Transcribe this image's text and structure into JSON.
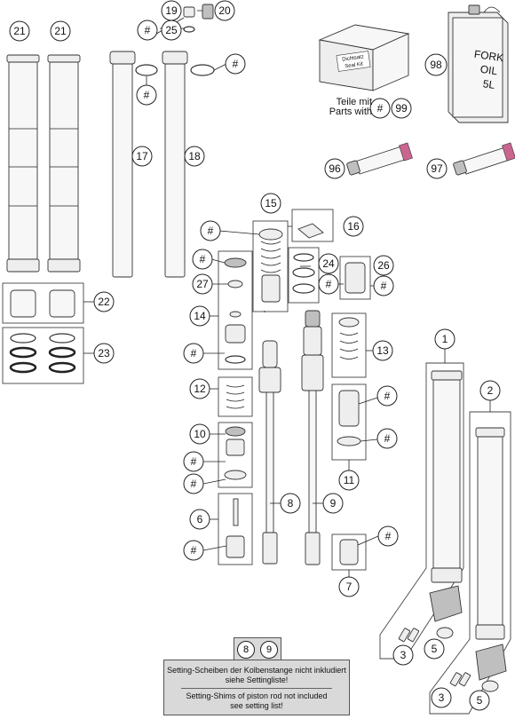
{
  "labels": {
    "l21a": "21",
    "l21b": "21",
    "l19": "19",
    "l20": "20",
    "l25": "25",
    "l17": "17",
    "l18": "18",
    "l98": "98",
    "l99": "99",
    "l96": "96",
    "l97": "97",
    "l15": "15",
    "l16": "16",
    "l24": "24",
    "l26": "26",
    "l27": "27",
    "l14": "14",
    "l22": "22",
    "l23": "23",
    "l13": "13",
    "l12": "12",
    "l10": "10",
    "l11": "11",
    "l8": "8",
    "l9": "9",
    "l6": "6",
    "l7": "7",
    "l1": "1",
    "l2": "2",
    "l3a": "3",
    "l5a": "5",
    "l3b": "3",
    "l5b": "5"
  },
  "hash_symbol": "#",
  "seal_kit": {
    "box_label_line1": "Dichtsatz",
    "box_label_line2": "Seal Kit",
    "parts_with_de": "Teile mit",
    "parts_with_en": "Parts with"
  },
  "oil_can": {
    "line1": "FORK",
    "line2": "OIL",
    "line3": "5L"
  },
  "note": {
    "tab_left": "8",
    "tab_right": "9",
    "de_line1": "Setting-Scheiben der Kolbenstange nicht inkludiert",
    "de_line2": "siehe Settingliste!",
    "en_line1": "Setting-Shims of piston rod not included",
    "en_line2": "see setting list!"
  }
}
